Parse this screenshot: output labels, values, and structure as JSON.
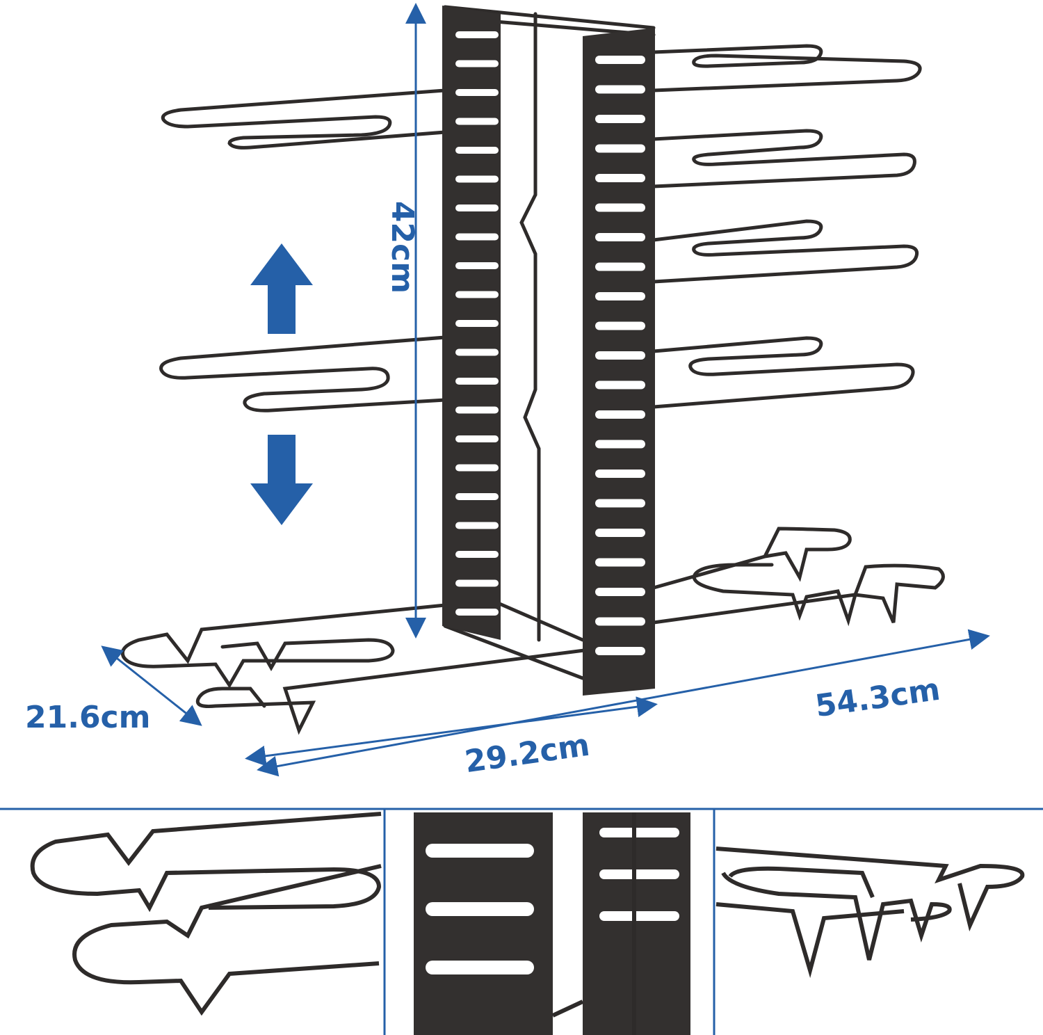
{
  "dimensions": {
    "height": "42cm",
    "depth": "21.6cm",
    "base_width": "29.2cm",
    "total_width": "54.3cm"
  },
  "colors": {
    "accent": "#2560a8",
    "metal": "#2e2b2a",
    "background": "#ffffff"
  },
  "icons": [
    "arrow-up-icon",
    "arrow-down-icon"
  ]
}
